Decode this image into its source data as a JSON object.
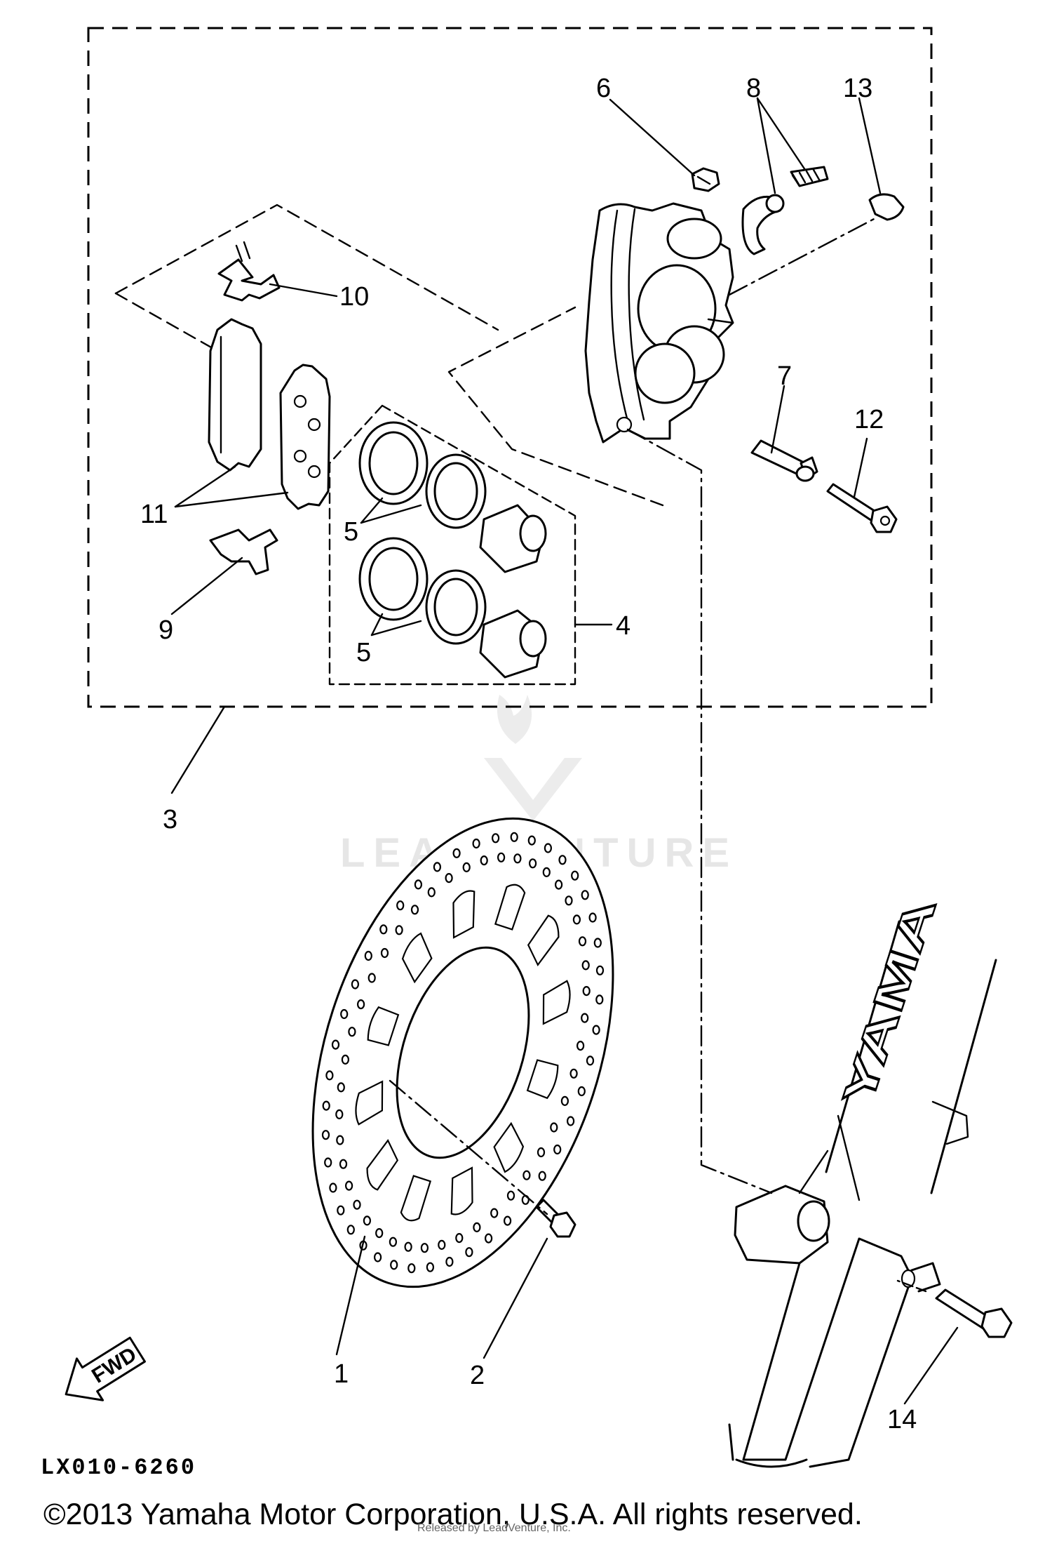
{
  "diagram": {
    "code": "LX010-6260",
    "fwd_label": "FWD",
    "copyright": "©2013 Yamaha Motor Corporation, U.S.A. All rights reserved.",
    "watermark": "LEADVENTURE",
    "credit": "Released by LeadVenture, Inc.",
    "fork_text": "YAMA"
  },
  "callouts": [
    {
      "id": "1",
      "label": "1"
    },
    {
      "id": "2",
      "label": "2"
    },
    {
      "id": "3",
      "label": "3"
    },
    {
      "id": "4",
      "label": "4"
    },
    {
      "id": "5a",
      "label": "5"
    },
    {
      "id": "5b",
      "label": "5"
    },
    {
      "id": "6",
      "label": "6"
    },
    {
      "id": "7",
      "label": "7"
    },
    {
      "id": "8",
      "label": "8"
    },
    {
      "id": "9",
      "label": "9"
    },
    {
      "id": "10",
      "label": "10"
    },
    {
      "id": "11",
      "label": "11"
    },
    {
      "id": "12",
      "label": "12"
    },
    {
      "id": "13",
      "label": "13"
    },
    {
      "id": "14",
      "label": "14"
    }
  ],
  "parts": [
    "brake-disc",
    "disc-bolt",
    "caliper-assembly",
    "caliper-seal-kit",
    "piston-seal",
    "bolt",
    "bleed-screw",
    "pad-support",
    "pad-spring",
    "brake-pad-kit",
    "pin-bolt",
    "bleed-cap",
    "caliper-mount-bolt"
  ]
}
